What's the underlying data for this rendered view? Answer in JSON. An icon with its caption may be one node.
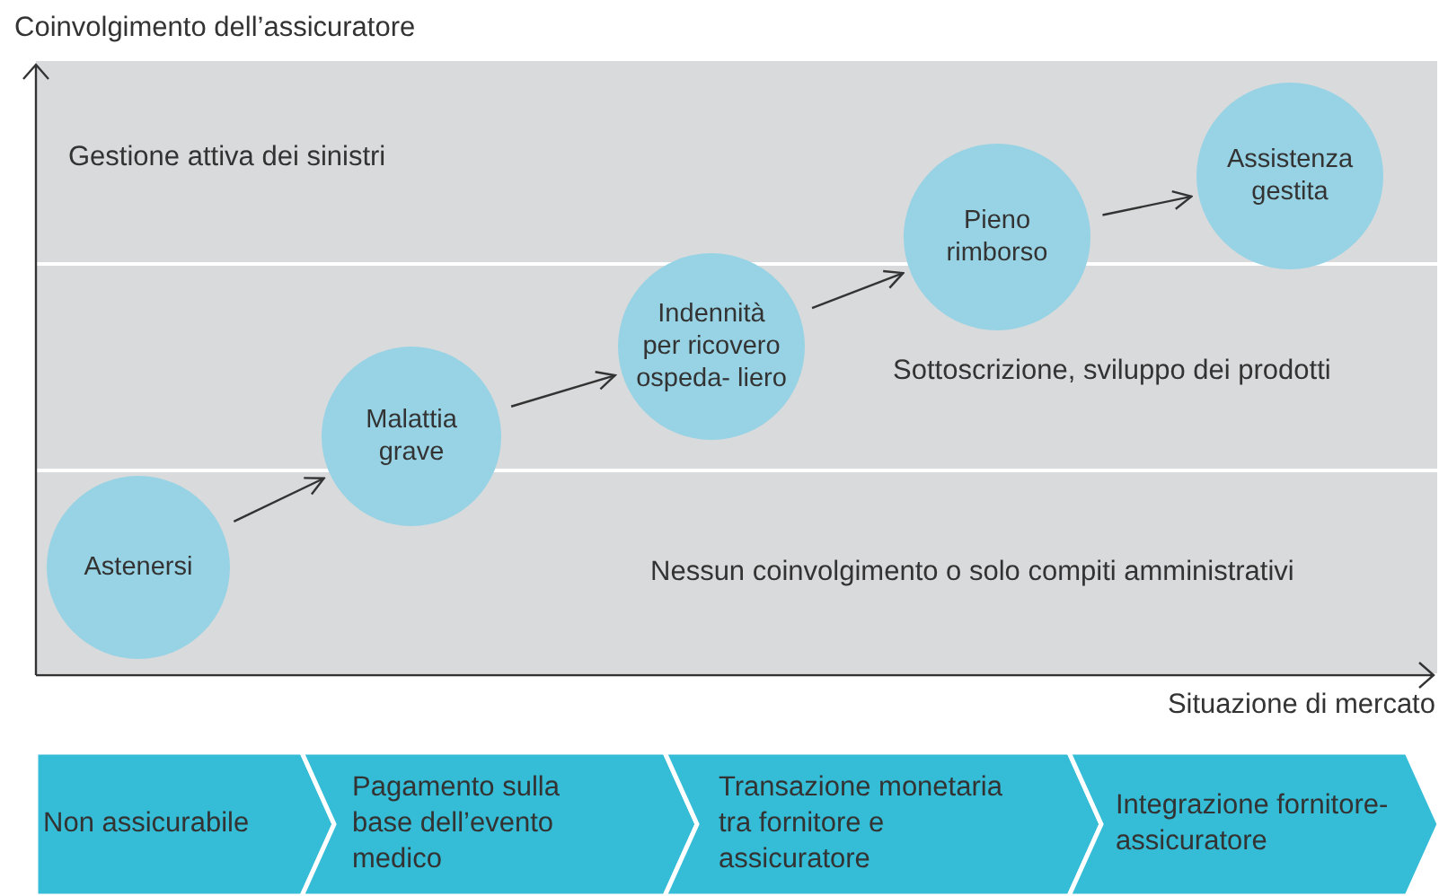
{
  "diagram": {
    "nodes": [
      {
        "text": [
          "Astenersi"
        ]
      },
      {
        "text": [
          "Malattia grave"
        ]
      },
      {
        "text": [
          "Indennità per ricovero ospeda- liero"
        ]
      },
      {
        "text": [
          "Pieno rimborso"
        ]
      },
      {
        "text": [
          "Assistenza gestita"
        ]
      },
      {
        "text": [
          "Non assicurabile"
        ]
      },
      {
        "text": [
          "Pagamento sulla base dell’evento medico"
        ]
      },
      {
        "text": [
          "Transazione monetaria tra fornitore e assicuratore"
        ]
      },
      {
        "text": [
          "Integrazione fornitore-assicuratore"
        ]
      }
    ],
    "edges": [
      {
        "from": 0,
        "to": 1,
        "arrow": "to"
      },
      {
        "from": 1,
        "to": 2,
        "arrow": "to"
      },
      {
        "from": 2,
        "to": 3,
        "arrow": "to"
      },
      {
        "from": 3,
        "to": 4,
        "arrow": "to"
      }
    ],
    "labels": [
      "Coinvolgimento dell’assicuratore",
      "Gestione attiva dei sinistri",
      "Sottoscrizione, sviluppo dei prodotti",
      "Nessun coinvolgimento o solo compiti amministrativi",
      "Situazione di mercato"
    ]
  }
}
